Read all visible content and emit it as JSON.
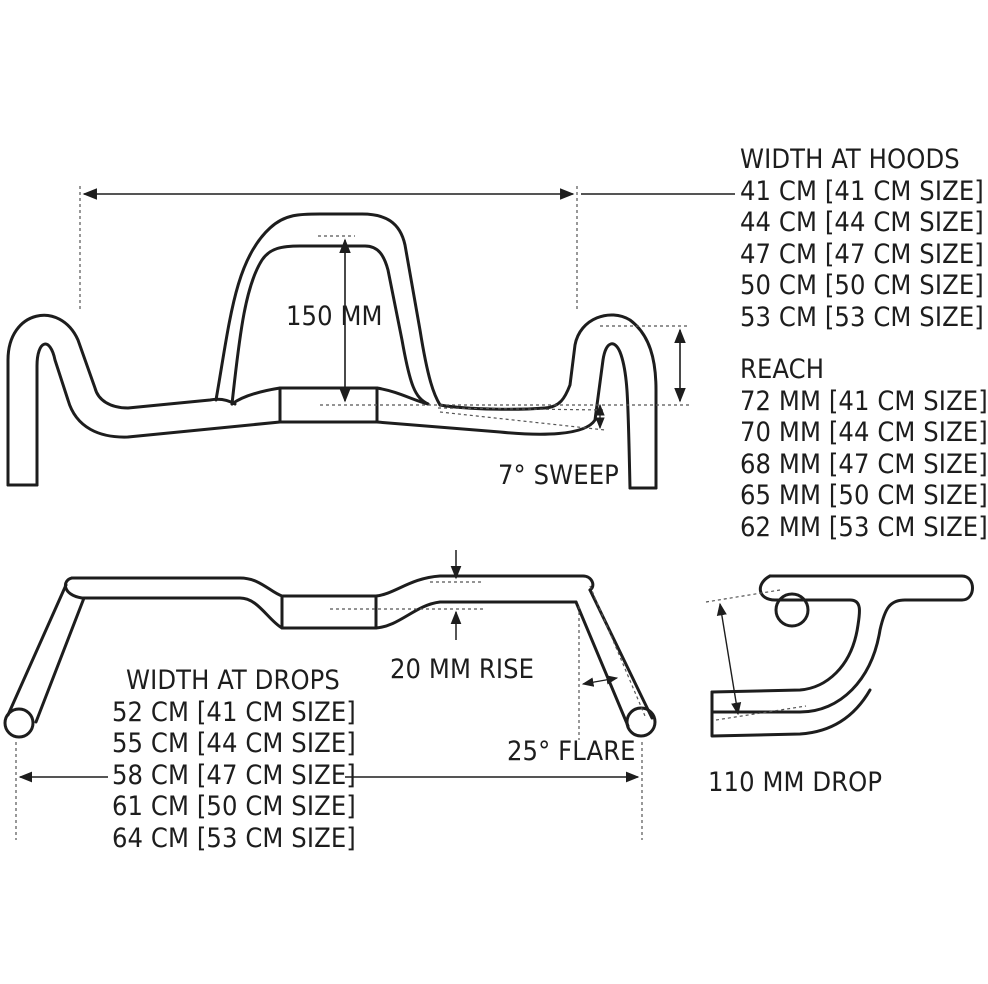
{
  "colors": {
    "line": "#1d1d1d",
    "dim": "#555555",
    "background": "#ffffff"
  },
  "hoods": {
    "title": "WIDTH AT HOODS",
    "sizes": [
      "41 CM [41 CM SIZE]",
      "44 CM [44 CM SIZE]",
      "47 CM [47 CM SIZE]",
      "50 CM [50 CM SIZE]",
      "53 CM [53 CM SIZE]"
    ]
  },
  "reach": {
    "title": "REACH",
    "sizes": [
      "72 MM [41 CM SIZE]",
      "70 MM [44 CM SIZE]",
      "68 MM [47 CM SIZE]",
      "65 MM [50 CM SIZE]",
      "62 MM [53 CM SIZE]"
    ]
  },
  "drops_width": {
    "title": "WIDTH AT DROPS",
    "sizes": [
      "52 CM [41 CM SIZE]",
      "55 CM [44 CM SIZE]",
      "58 CM [47 CM SIZE]",
      "61 CM [50 CM SIZE]",
      "64 CM [53 CM SIZE]"
    ]
  },
  "labels": {
    "stack": "150 MM",
    "sweep": "7° SWEEP",
    "rise": "20 MM RISE",
    "flare": "25° FLARE",
    "drop": "110 MM DROP"
  }
}
